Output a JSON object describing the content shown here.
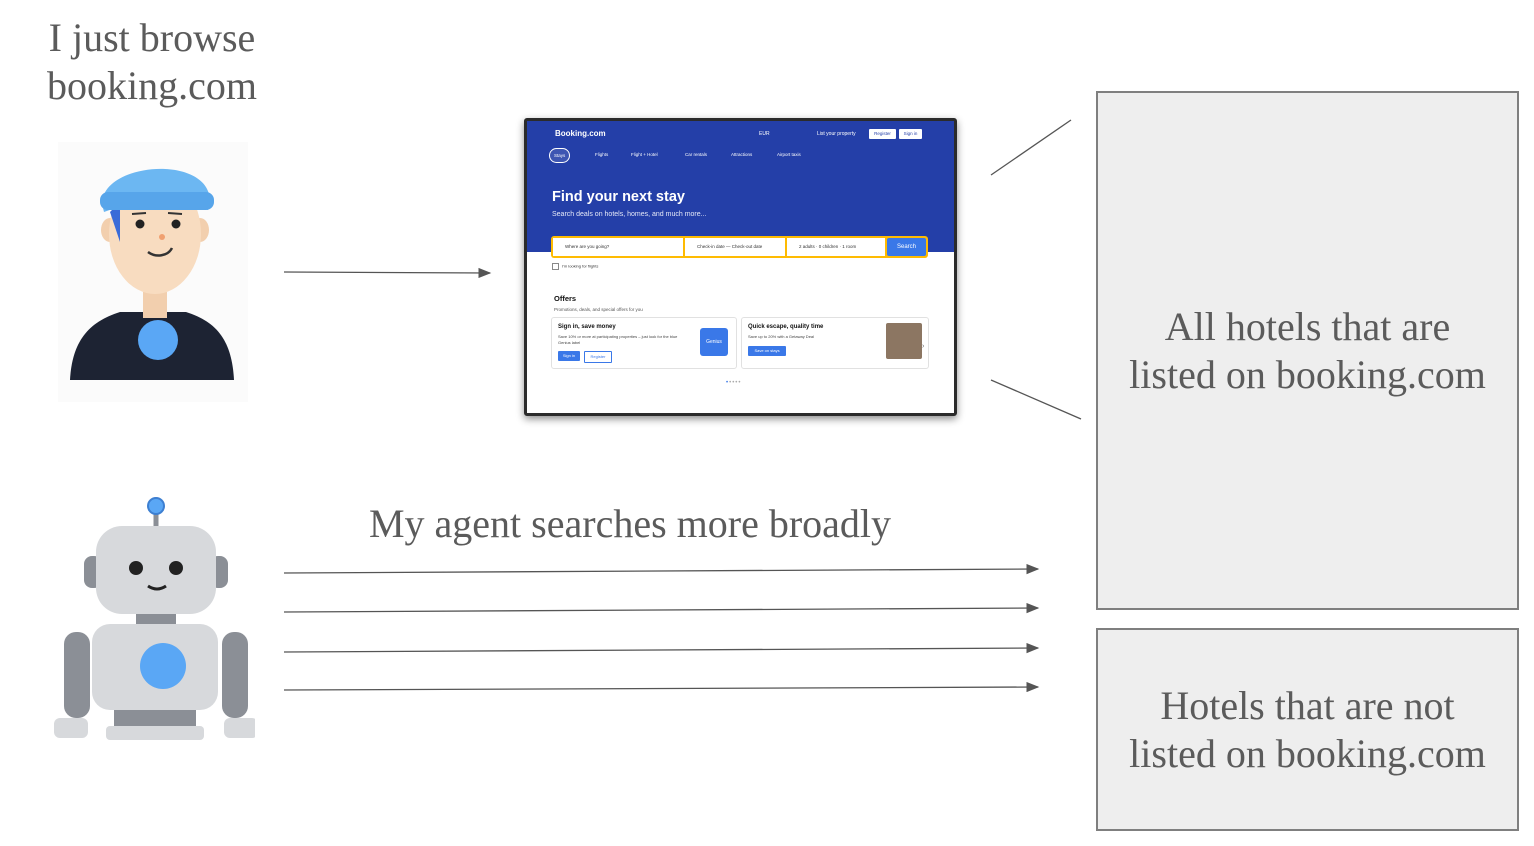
{
  "captions": {
    "human": "I just browse booking.com",
    "agent": "My agent searches more broadly"
  },
  "boxes": {
    "listed": "All hotels that are listed on booking.com",
    "unlisted": "Hotels that are not listed on booking.com"
  },
  "colors": {
    "box_fill": "#eeeeee",
    "box_border": "#7f7f7f",
    "arrow": "#555555",
    "booking_blue": "#243fa8",
    "booking_yellow": "#febb02",
    "avatar_accent": "#5aa7f5"
  },
  "icons": [
    "person-avatar-icon",
    "robot-avatar-icon"
  ],
  "screenshot": {
    "logo": "Booking.com",
    "currency": "EUR",
    "list_property": "List your property",
    "register": "Register",
    "signin": "Sign in",
    "nav": [
      "Stays",
      "Flights",
      "Flight + Hotel",
      "Car rentals",
      "Attractions",
      "Airport taxis"
    ],
    "headline": "Find your next stay",
    "subhead": "Search deals on hotels, homes, and much more...",
    "search": {
      "destination": "Where are you going?",
      "dates": "Check-in date — Check-out date",
      "guests": "2 adults · 0 children · 1 room",
      "button": "Search",
      "flights_checkbox": "I'm looking for flights"
    },
    "offers": {
      "title": "Offers",
      "subtitle": "Promotions, deals, and special offers for you",
      "card1": {
        "title": "Sign in, save money",
        "body": "Save 10% or more at participating properties – just look for the blue Genius label",
        "badge": "Genius",
        "btn1": "Sign in",
        "btn2": "Register"
      },
      "card2": {
        "title": "Quick escape, quality time",
        "body": "Save up to 20% with a Getaway Deal",
        "btn": "Save on stays"
      }
    }
  }
}
